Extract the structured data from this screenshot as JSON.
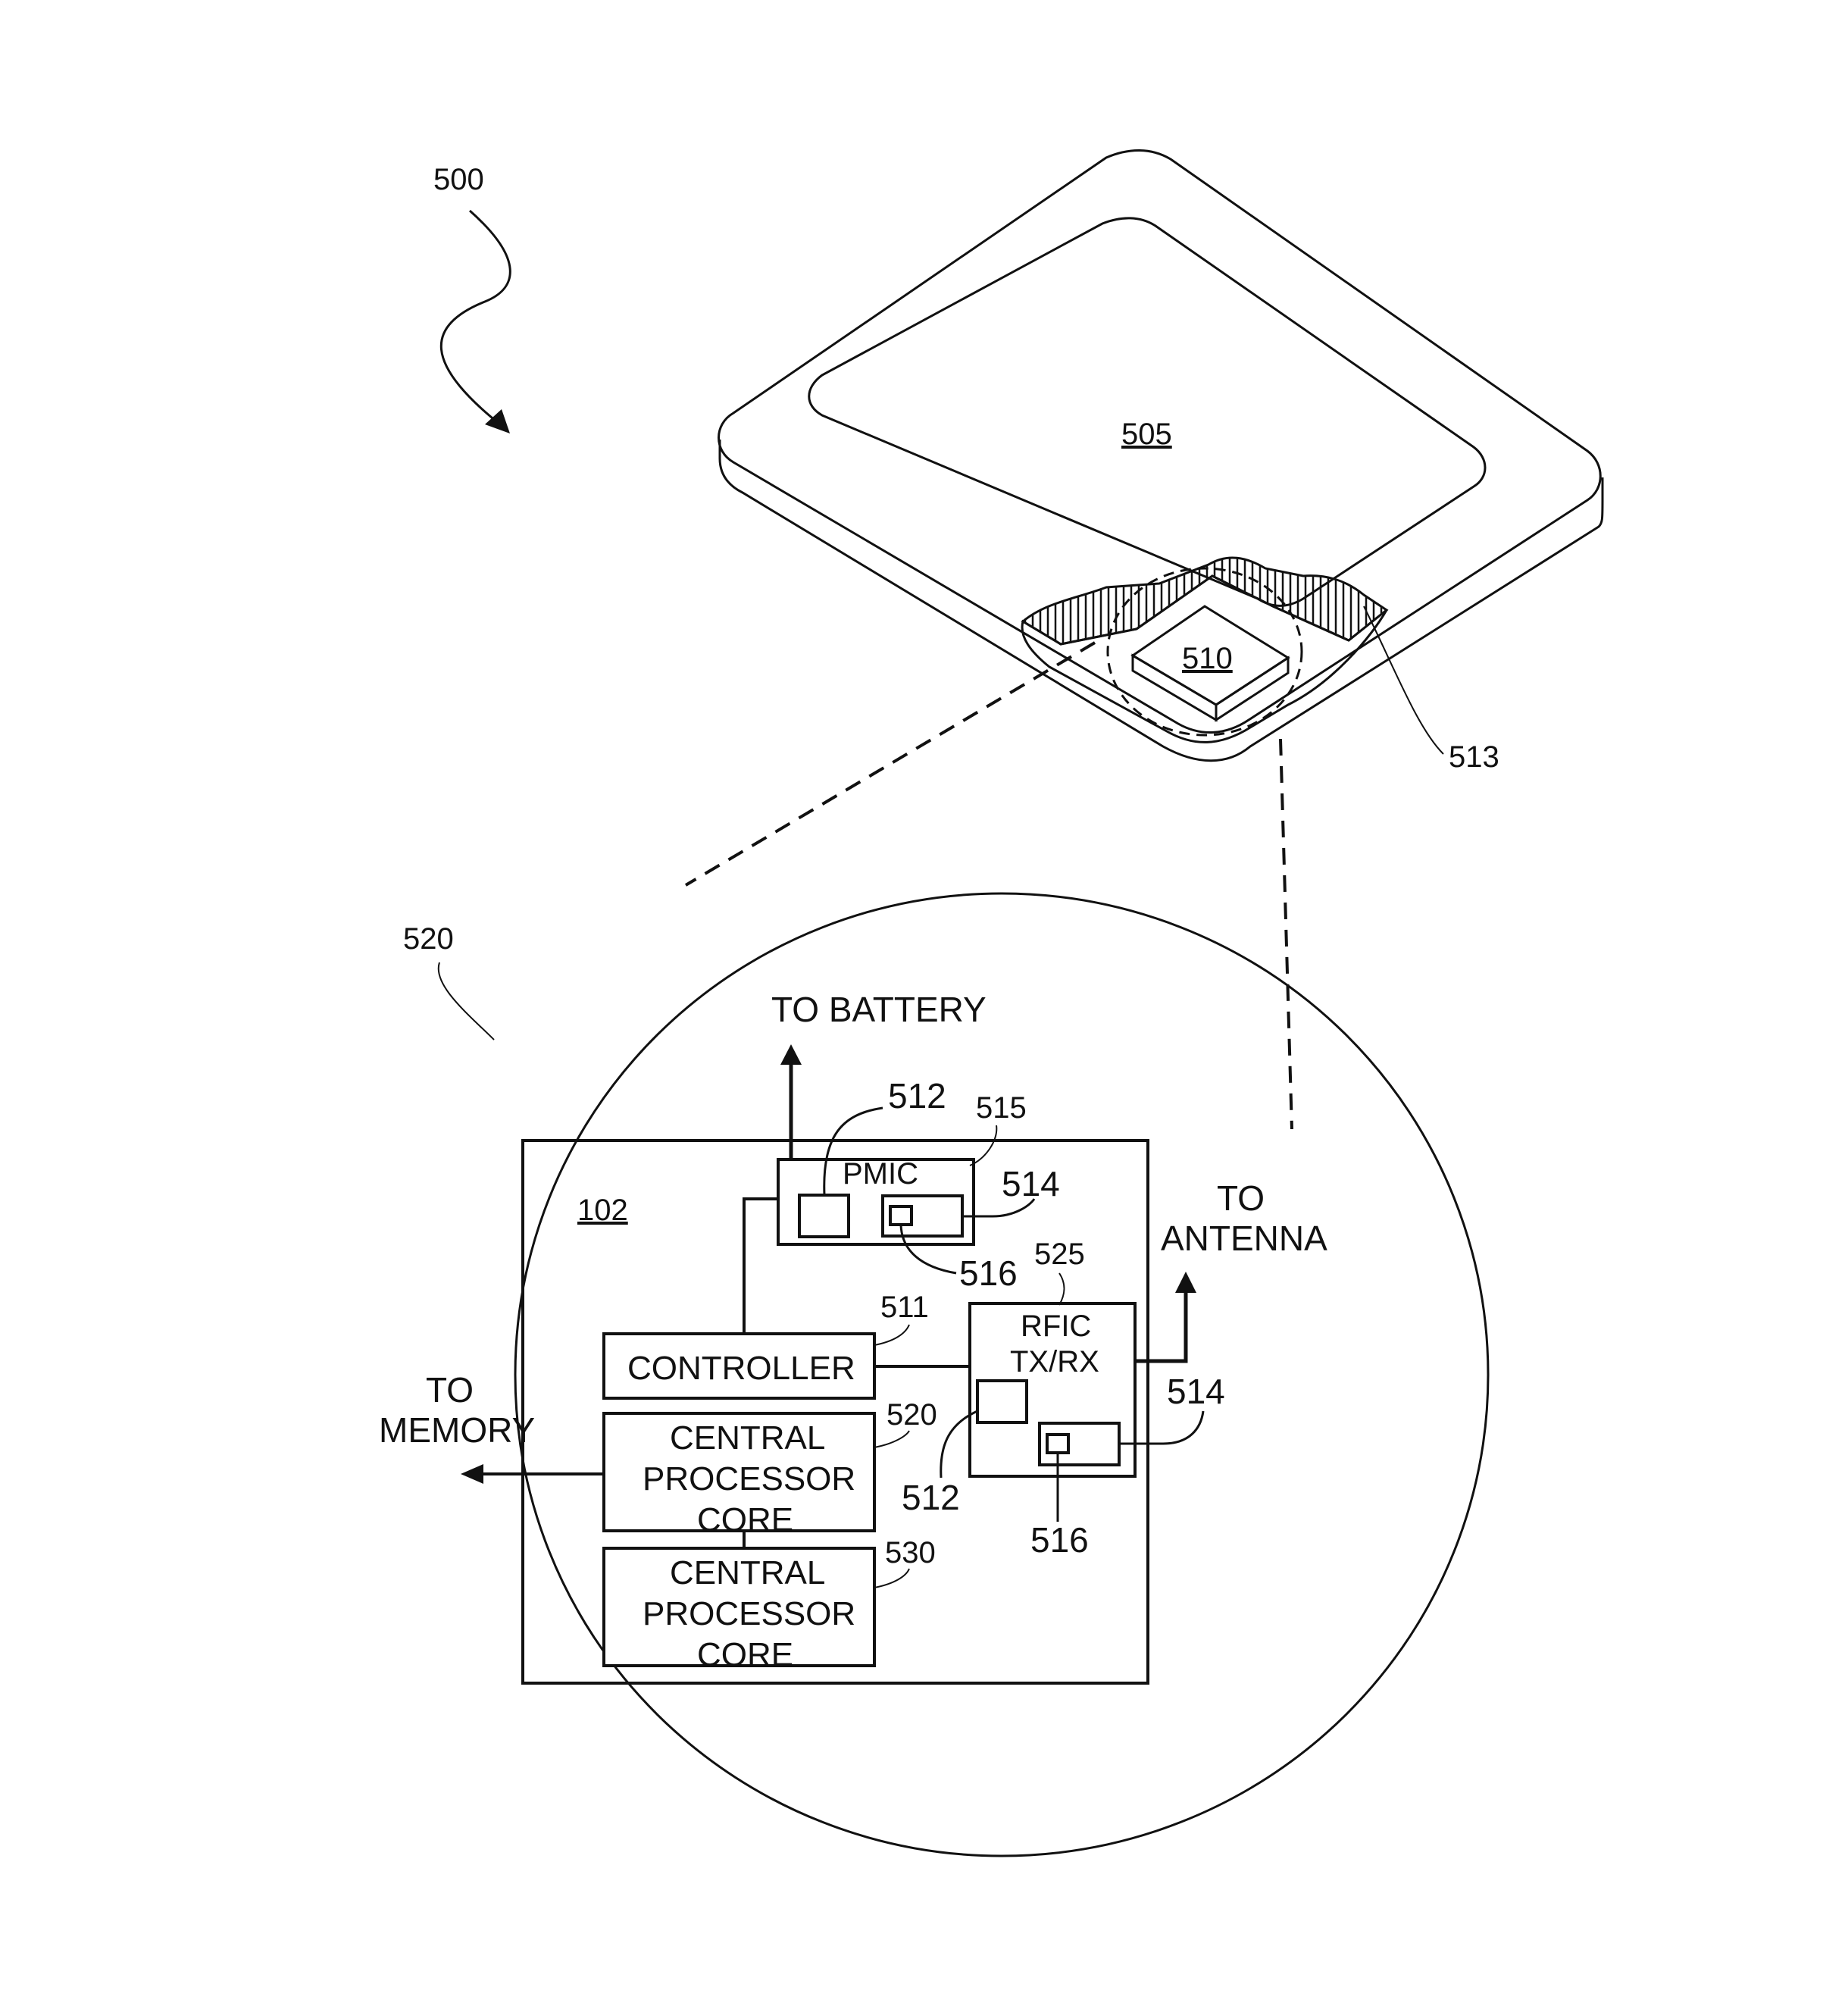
{
  "device": {
    "figure_ref": "500",
    "screen_ref": "505",
    "chip_ref": "510",
    "cutaway_ref": "513"
  },
  "detail": {
    "circle_ref": "520",
    "package_ref": "102",
    "to_battery": "TO BATTERY",
    "to_antenna_line1": "TO",
    "to_antenna_line2": "ANTENNA",
    "to_memory_line1": "TO",
    "to_memory_line2": "MEMORY",
    "pmic": {
      "label": "PMIC",
      "ref": "515",
      "ref_512": "512",
      "ref_514": "514",
      "ref_516": "516"
    },
    "rfic": {
      "label_line1": "RFIC",
      "label_line2": "TX/RX",
      "ref": "525",
      "ref_512": "512",
      "ref_514": "514",
      "ref_516": "516"
    },
    "controller": {
      "label": "CONTROLLER",
      "ref": "511"
    },
    "core1": {
      "line1": "CENTRAL",
      "line2": "PROCESSOR",
      "line3": "CORE",
      "ref": "520"
    },
    "core2": {
      "line1": "CENTRAL",
      "line2": "PROCESSOR",
      "line3": "CORE",
      "ref": "530"
    }
  }
}
